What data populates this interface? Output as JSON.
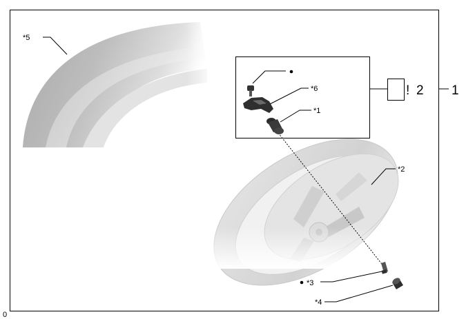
{
  "labels": {
    "tire": "*5",
    "sensor": "*6",
    "grommet": "*1",
    "wheel": "*2",
    "valve": "*3",
    "cap": "*4",
    "assembly_ref": "1",
    "box_ref": "2",
    "box_mark": "!",
    "corner": "0"
  },
  "colors": {
    "tire_dark": "#a9a9a9",
    "tire_light": "#e2e2e2",
    "rim": "#d8d8d8",
    "part_dark": "#333333"
  },
  "icons": [
    "bullet-icon",
    "caution-icon",
    "screw-icon",
    "sensor-icon",
    "grommet-icon",
    "valve-stem-icon",
    "valve-cap-icon"
  ]
}
